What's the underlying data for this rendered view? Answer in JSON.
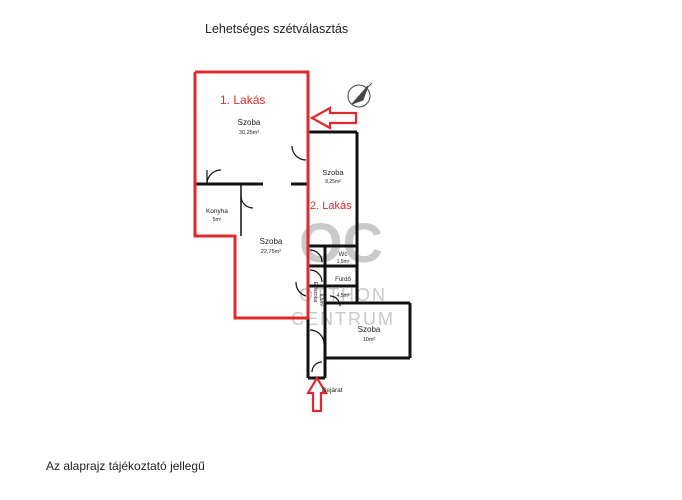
{
  "title": "Lehetséges szétválasztás",
  "footer": "Az alaprajz tájékoztató jellegű",
  "apartments": [
    {
      "label": "1. Lakás"
    },
    {
      "label": "2. Lakás"
    }
  ],
  "rooms": {
    "szoba_big": {
      "name": "Szoba",
      "area": "30,25m²"
    },
    "szoba_mid": {
      "name": "Szoba",
      "area": "22,75m²"
    },
    "szoba_small": {
      "name": "Szoba",
      "area": "8,25m²"
    },
    "konyha": {
      "name": "Konyha",
      "area": "5m²"
    },
    "wc": {
      "name": "Wc",
      "area": "1,5m²"
    },
    "furdo": {
      "name": "Fürdő",
      "area": "4,5m²"
    },
    "eloszoba": {
      "name": "Előszoba",
      "area": "6,5m²"
    },
    "szoba_bottom": {
      "name": "Szoba",
      "area": "10m²"
    }
  },
  "entrance": "Bejárat",
  "watermark": {
    "line1": "OTTHON",
    "line2": "CENTRUM",
    "logo": "OC"
  },
  "colors": {
    "accent_red": "#e0282e",
    "wall": "#111111",
    "watermark": "#c9c9c9"
  }
}
